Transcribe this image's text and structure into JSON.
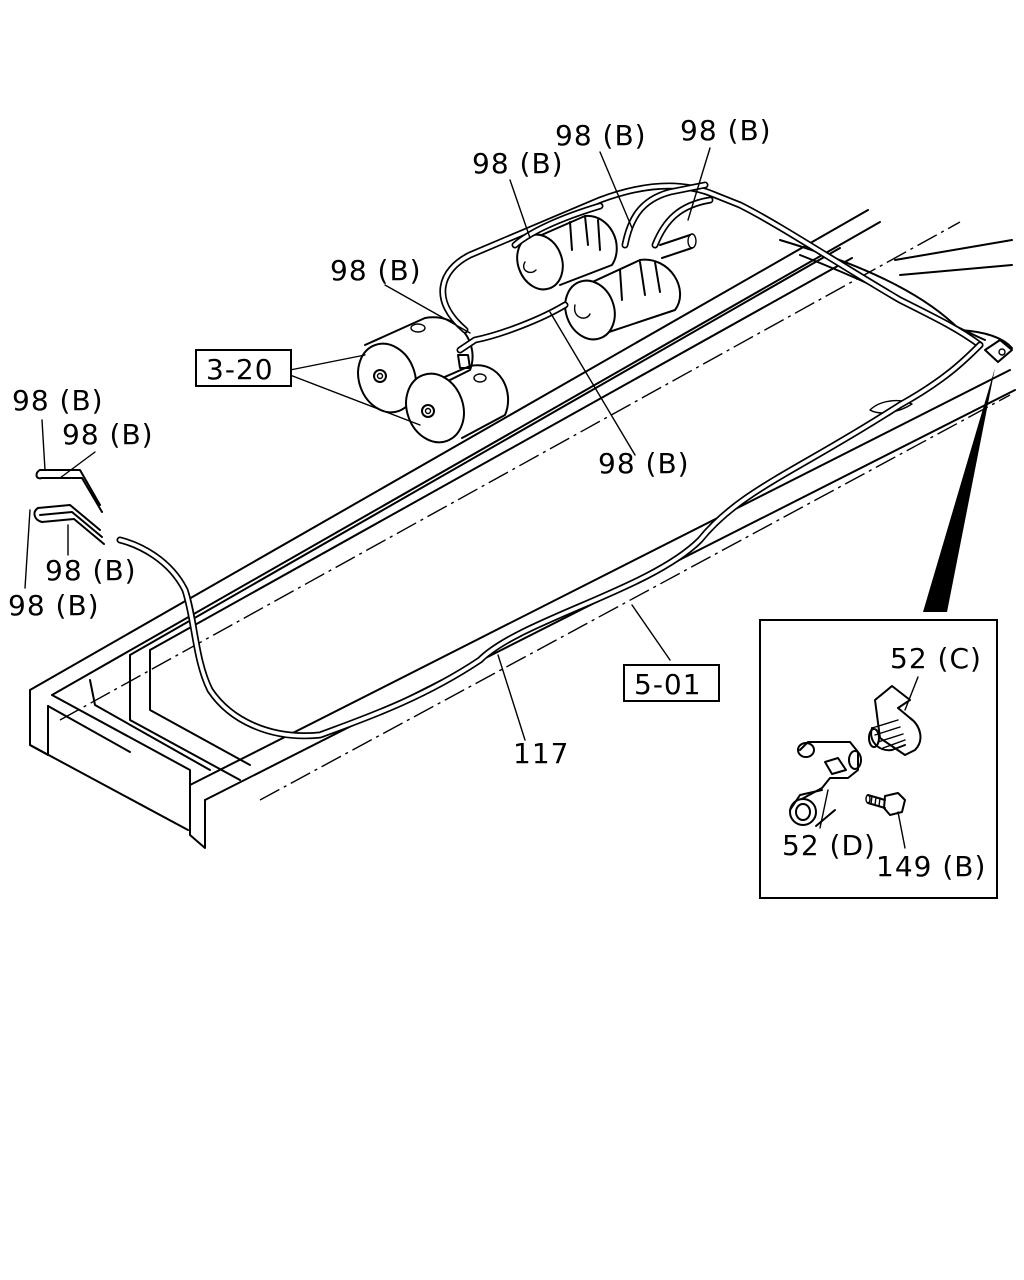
{
  "labels": {
    "top_right": "98 (B)",
    "top_middle": "98 (B)",
    "top_left": "98 (B)",
    "mid_left_tank": "98 (B)",
    "lower_tank": "98 (B)",
    "left_upper_1": "98 (B)",
    "left_upper_2": "98 (B)",
    "left_lower_1": "98 (B)",
    "left_lower_2": "98 (B)",
    "pipe_117": "117",
    "detail_c": "52 (C)",
    "detail_d": "52 (D)",
    "detail_bolt": "149 (B)"
  },
  "refs": {
    "tank_ref": "3-20",
    "frame_ref": "5-01"
  }
}
